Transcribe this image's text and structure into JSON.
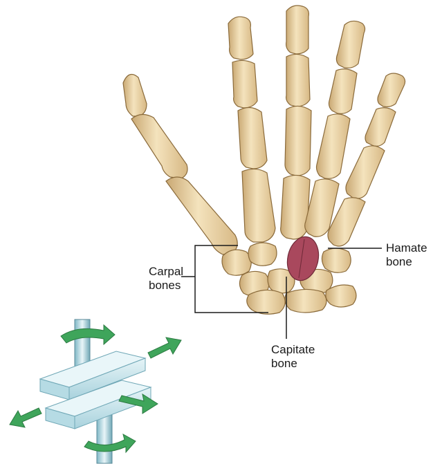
{
  "labels": {
    "carpal": {
      "line1": "Carpal",
      "line2": "bones"
    },
    "hamate": {
      "line1": "Hamate",
      "line2": "bone"
    },
    "capitate": {
      "line1": "Capitate",
      "line2": "bone"
    }
  },
  "colors": {
    "bone_fill": "#efd9ad",
    "bone_shadow": "#c9a873",
    "bone_outline": "#8a6a3a",
    "highlight_bone": "#a9485d",
    "joint_model": "#cde7ee",
    "arrow_green": "#3fa55b",
    "leader_line": "#1a1a1a"
  }
}
